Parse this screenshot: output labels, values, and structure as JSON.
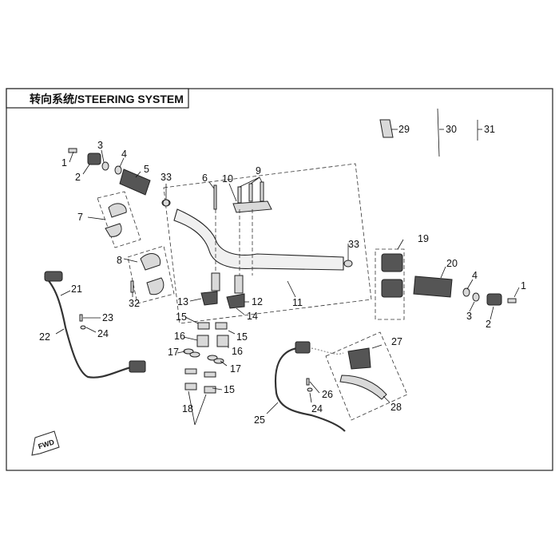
{
  "title": "转向系统/STEERING SYSTEM",
  "fwd_label": "FWD",
  "callouts": [
    "1",
    "2",
    "3",
    "4",
    "5",
    "33",
    "6",
    "10",
    "9",
    "7",
    "8",
    "32",
    "13",
    "12",
    "14",
    "11",
    "15",
    "16",
    "17",
    "18",
    "33",
    "19",
    "20",
    "4",
    "1",
    "3",
    "2",
    "29",
    "30",
    "31",
    "21",
    "22",
    "23",
    "24",
    "27",
    "26",
    "24",
    "25",
    "28",
    "15",
    "16",
    "17",
    "15"
  ]
}
